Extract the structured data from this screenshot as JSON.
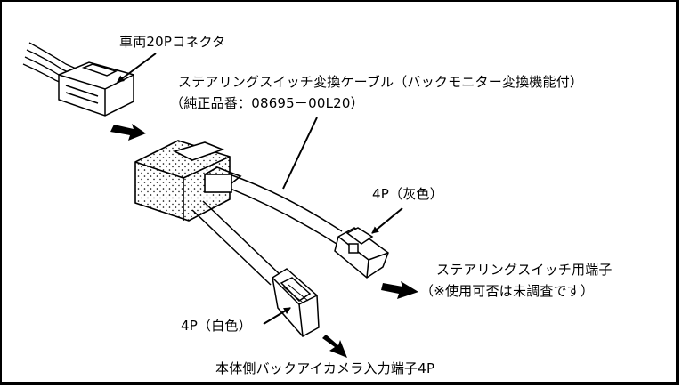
{
  "labels": {
    "vehicle_connector": "車両20Pコネクタ",
    "cable_name": "ステアリングスイッチ変換ケーブル（バックモニター変換機能付）",
    "part_number": "（純正品番：08695－00L20）",
    "gray_4p": "4P（灰色）",
    "steering_terminal": "ステアリングスイッチ用端子",
    "usability_note": "（※使用可否は未調査です）",
    "white_4p": "4P（白色）",
    "camera_input": "本体側バックアイカメラ入力端子4P"
  }
}
